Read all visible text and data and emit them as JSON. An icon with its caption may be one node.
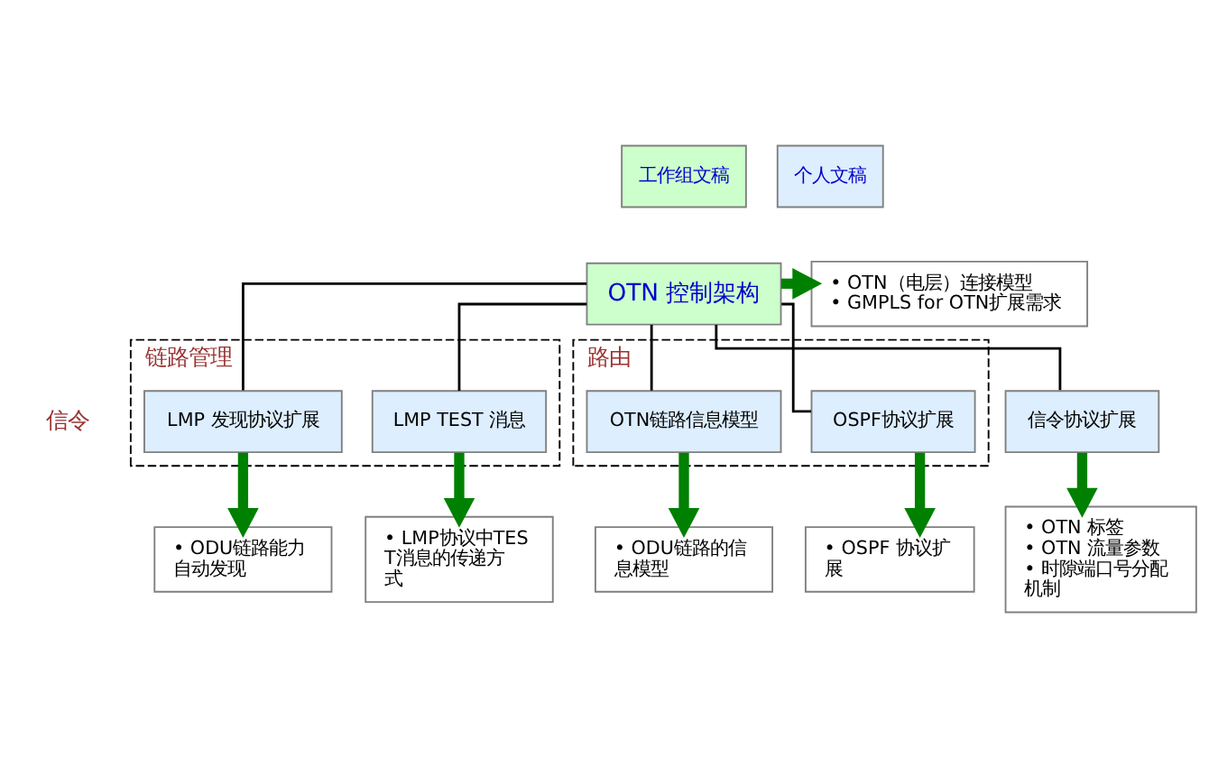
{
  "diagram": {
    "nodes": [
      {
        "text": [
          "OTN 控制架构"
        ]
      },
      {
        "text": [
          "• OTN（电层）连接模型",
          "• GMPLS for OTN扩展需求"
        ]
      },
      {
        "text": [
          "链路管理"
        ]
      },
      {
        "text": [
          "LMP 发现协议扩展"
        ],
        "in": 2
      },
      {
        "text": [
          "LMP TEST 消息"
        ],
        "in": 2
      },
      {
        "text": [
          "路由"
        ]
      },
      {
        "text": [
          "OTN链路信息模型"
        ],
        "in": 5
      },
      {
        "text": [
          "OSPF协议扩展"
        ],
        "in": 5
      },
      {
        "text": [
          "信令协议扩展"
        ]
      },
      {
        "text": [
          "• ODU链路能力自动发现"
        ]
      },
      {
        "text": [
          "• LMP协议中TEST消息的传递方式"
        ]
      },
      {
        "text": [
          "• ODU链路的信息模型"
        ]
      },
      {
        "text": [
          "• OSPF 协议扩展"
        ]
      },
      {
        "text": [
          "• OTN 标签",
          "• OTN 流量参数",
          "• 时隙端口号分配机制"
        ]
      }
    ],
    "edges": [
      {
        "from": 0,
        "to": 1,
        "arrow": "to"
      },
      {
        "from": 0,
        "to": 3,
        "arrow": "none",
        "color": "#000000"
      },
      {
        "from": 0,
        "to": 4,
        "arrow": "none",
        "color": "#000000"
      },
      {
        "from": 0,
        "to": 6,
        "arrow": "none",
        "color": "#000000"
      },
      {
        "from": 0,
        "to": 7,
        "arrow": "none",
        "color": "#000000"
      },
      {
        "from": 0,
        "to": 8,
        "arrow": "none",
        "color": "#000000"
      },
      {
        "from": 3,
        "to": 9,
        "arrow": "to"
      },
      {
        "from": 4,
        "to": 10,
        "arrow": "to"
      },
      {
        "from": 6,
        "to": 11,
        "arrow": "to"
      },
      {
        "from": 7,
        "to": 12,
        "arrow": "to"
      },
      {
        "from": 8,
        "to": 13,
        "arrow": "to"
      }
    ],
    "labels": [
      "信令"
    ],
    "legend": [
      {
        "text": "工作组文稿",
        "color": "#ccffcc"
      },
      {
        "text": "个人文稿",
        "color": "#ddeeff"
      }
    ]
  }
}
